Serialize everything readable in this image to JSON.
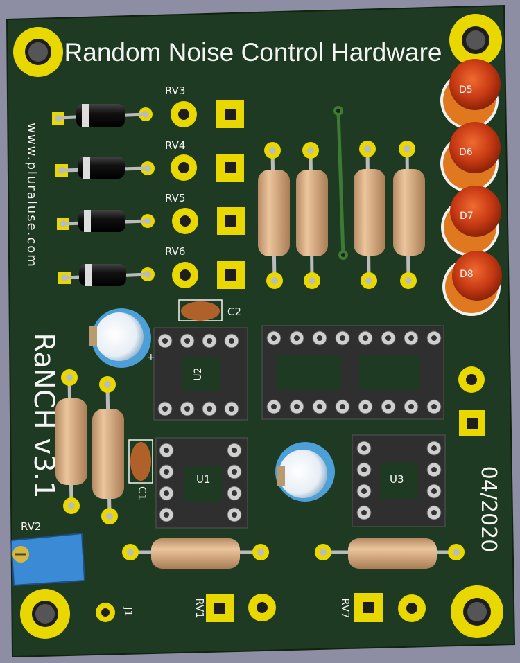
{
  "board": {
    "title": "Random Noise Control Hardware",
    "website": "www.pluraluse.com",
    "name": "RaNCH v3.1",
    "date": "04/2020",
    "colors": {
      "background": "#8d8ea3",
      "board": "#1f3a22",
      "silkscreen": "#f4f4f4",
      "pad": "#e8d800",
      "led": "#c83a14",
      "resistor_body": "#d9b088"
    }
  },
  "labels": {
    "rv3": "RV3",
    "rv4": "RV4",
    "rv5": "RV5",
    "rv6": "RV6",
    "rv2": "RV2",
    "rv1": "RV1",
    "rv7": "RV7",
    "j1": "J1",
    "c1": "C1",
    "c2": "C2",
    "u1": "U1",
    "u2": "U2",
    "u3": "U3",
    "d5": "D5",
    "d6": "D6",
    "d7": "D7",
    "d8": "D8"
  }
}
